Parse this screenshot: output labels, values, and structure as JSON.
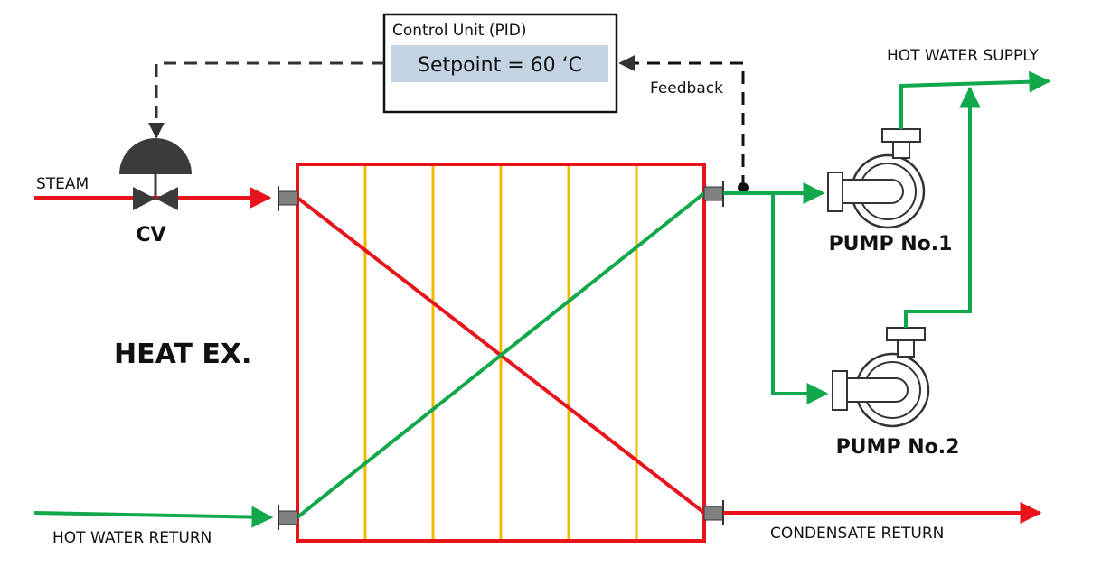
{
  "control_unit": {
    "title": "Control Unit (PID)",
    "setpoint": "Setpoint = 60 ‘C"
  },
  "labels": {
    "feedback": "Feedback",
    "steam": "STEAM",
    "cv": "CV",
    "heat_ex": "HEAT EX.",
    "hot_water_supply": "HOT WATER SUPPLY",
    "hot_water_return": "HOT WATER RETURN",
    "condensate_return": "CONDENSATE RETURN",
    "pump1": "PUMP No.1",
    "pump2": "PUMP No.2"
  },
  "colors": {
    "steam_line": "#e8141b",
    "water_line": "#10a84a",
    "plate": "#f5b800",
    "setpoint_bg": "#c4d3e3",
    "valve": "#3b3b3b",
    "port": "#808080",
    "signal": "#333333"
  }
}
